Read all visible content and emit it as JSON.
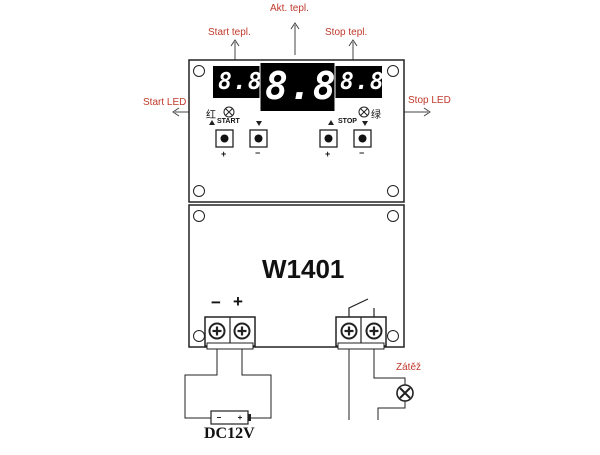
{
  "labels": {
    "start_tepl": "Start tepl.",
    "akt_tepl": "Akt. tepl.",
    "stop_tepl": "Stop tepl.",
    "start_led": "Start LED",
    "stop_led": "Stop LED",
    "red_char": "红",
    "green_char": "绿",
    "start": "START",
    "stop": "STOP",
    "plus": "+",
    "minus": "−",
    "model": "W1401",
    "power_minus": "−",
    "power_plus": "+",
    "zatez": "Zátěž",
    "dc": "DC12V"
  },
  "displays": {
    "left": "8.8",
    "center": "8.8",
    "right": "8.8"
  },
  "colors": {
    "annotation": "#c0392b",
    "line": "#222222",
    "display_bg": "#000000",
    "display_fg": "#ffffff"
  }
}
